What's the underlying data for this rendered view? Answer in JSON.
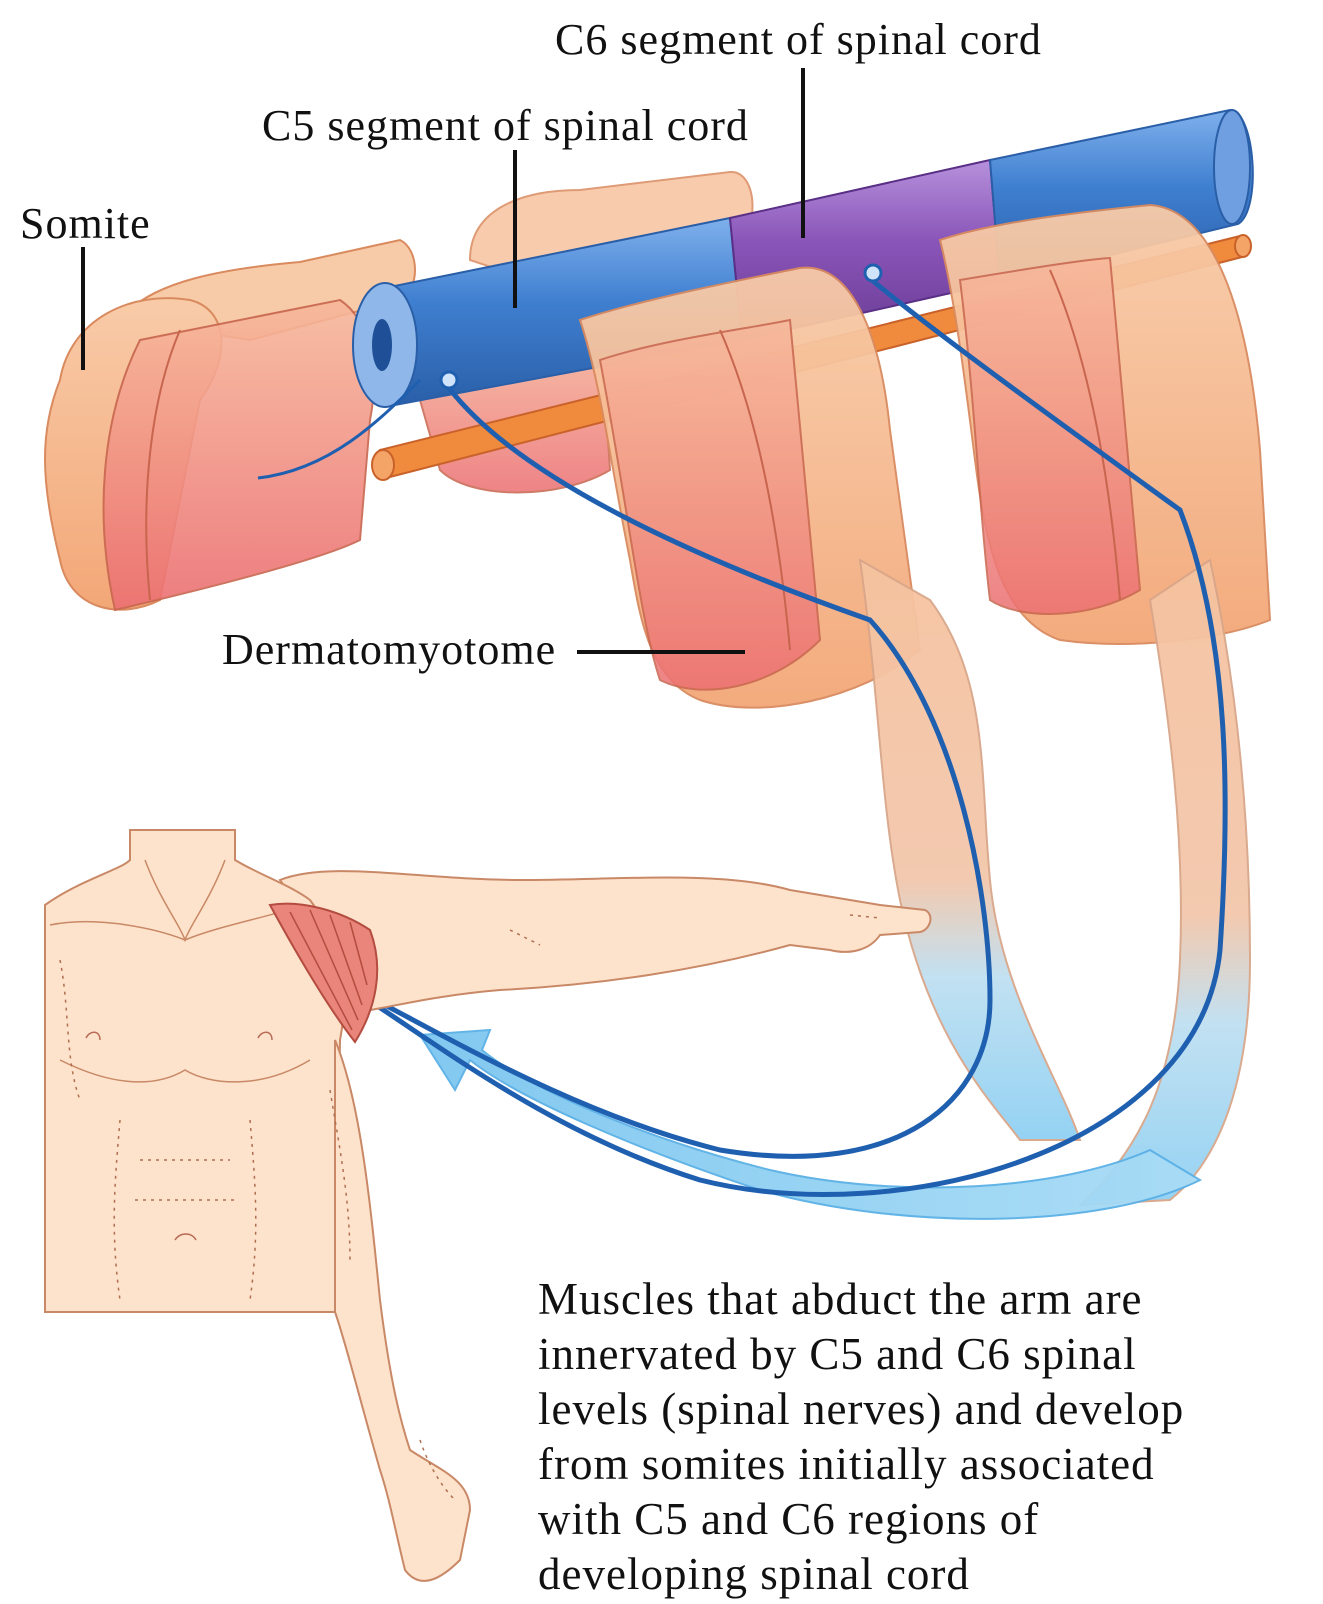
{
  "labels": {
    "c6_segment": "C6 segment of spinal cord",
    "c5_segment": "C5 segment of spinal cord",
    "somite": "Somite",
    "dermatomyotome": "Dermatomyotome"
  },
  "caption_lines": [
    "Muscles that abduct the arm are",
    "innervated by C5 and C6 spinal",
    "levels (spinal nerves) and develop",
    "from somites initially associated",
    "with C5 and C6 regions of",
    "developing spinal cord"
  ],
  "colors": {
    "c5_segment": "#3f7fd0",
    "c6_segment": "#8a55b8",
    "somite": "#f6b98e",
    "somite_inner": "#ee8a86",
    "notochord": "#f08a3c",
    "nerve": "#1f5fb0",
    "migration_arrow": "#8fd0f3",
    "skin": "#fde3cc",
    "deltoid": "#e26a5c"
  }
}
